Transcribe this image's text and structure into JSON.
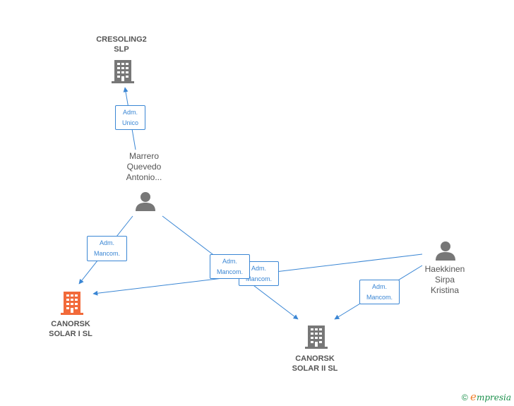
{
  "nodes": {
    "cresoling": {
      "line1": "CRESOLING2",
      "line2": "SLP"
    },
    "marrero": {
      "line1": "Marrero",
      "line2": "Quevedo",
      "line3": "Antonio..."
    },
    "haekkinen": {
      "line1": "Haekkinen",
      "line2": "Sirpa",
      "line3": "Kristina"
    },
    "canorsk1": {
      "line1": "CANORSK",
      "line2": "SOLAR I SL"
    },
    "canorsk2": {
      "line1": "CANORSK",
      "line2": "SOLAR II SL"
    }
  },
  "edges": {
    "e1": {
      "line1": "Adm.",
      "line2": "Unico"
    },
    "e2": {
      "line1": "Adm.",
      "line2": "Mancom."
    },
    "e3": {
      "line1": "Adm.",
      "line2": "Mancom."
    },
    "e4": {
      "line1": "Adm.",
      "line2": "Mancom."
    },
    "e5": {
      "line1": "Adm.",
      "line2": "Mancom."
    }
  },
  "footer": {
    "copyright": "©",
    "brand_initial": "e",
    "brand_rest": "mpresia"
  },
  "colors": {
    "edge": "#3a86d4",
    "company": "#777777",
    "highlight": "#f26a3a",
    "person": "#777777"
  }
}
